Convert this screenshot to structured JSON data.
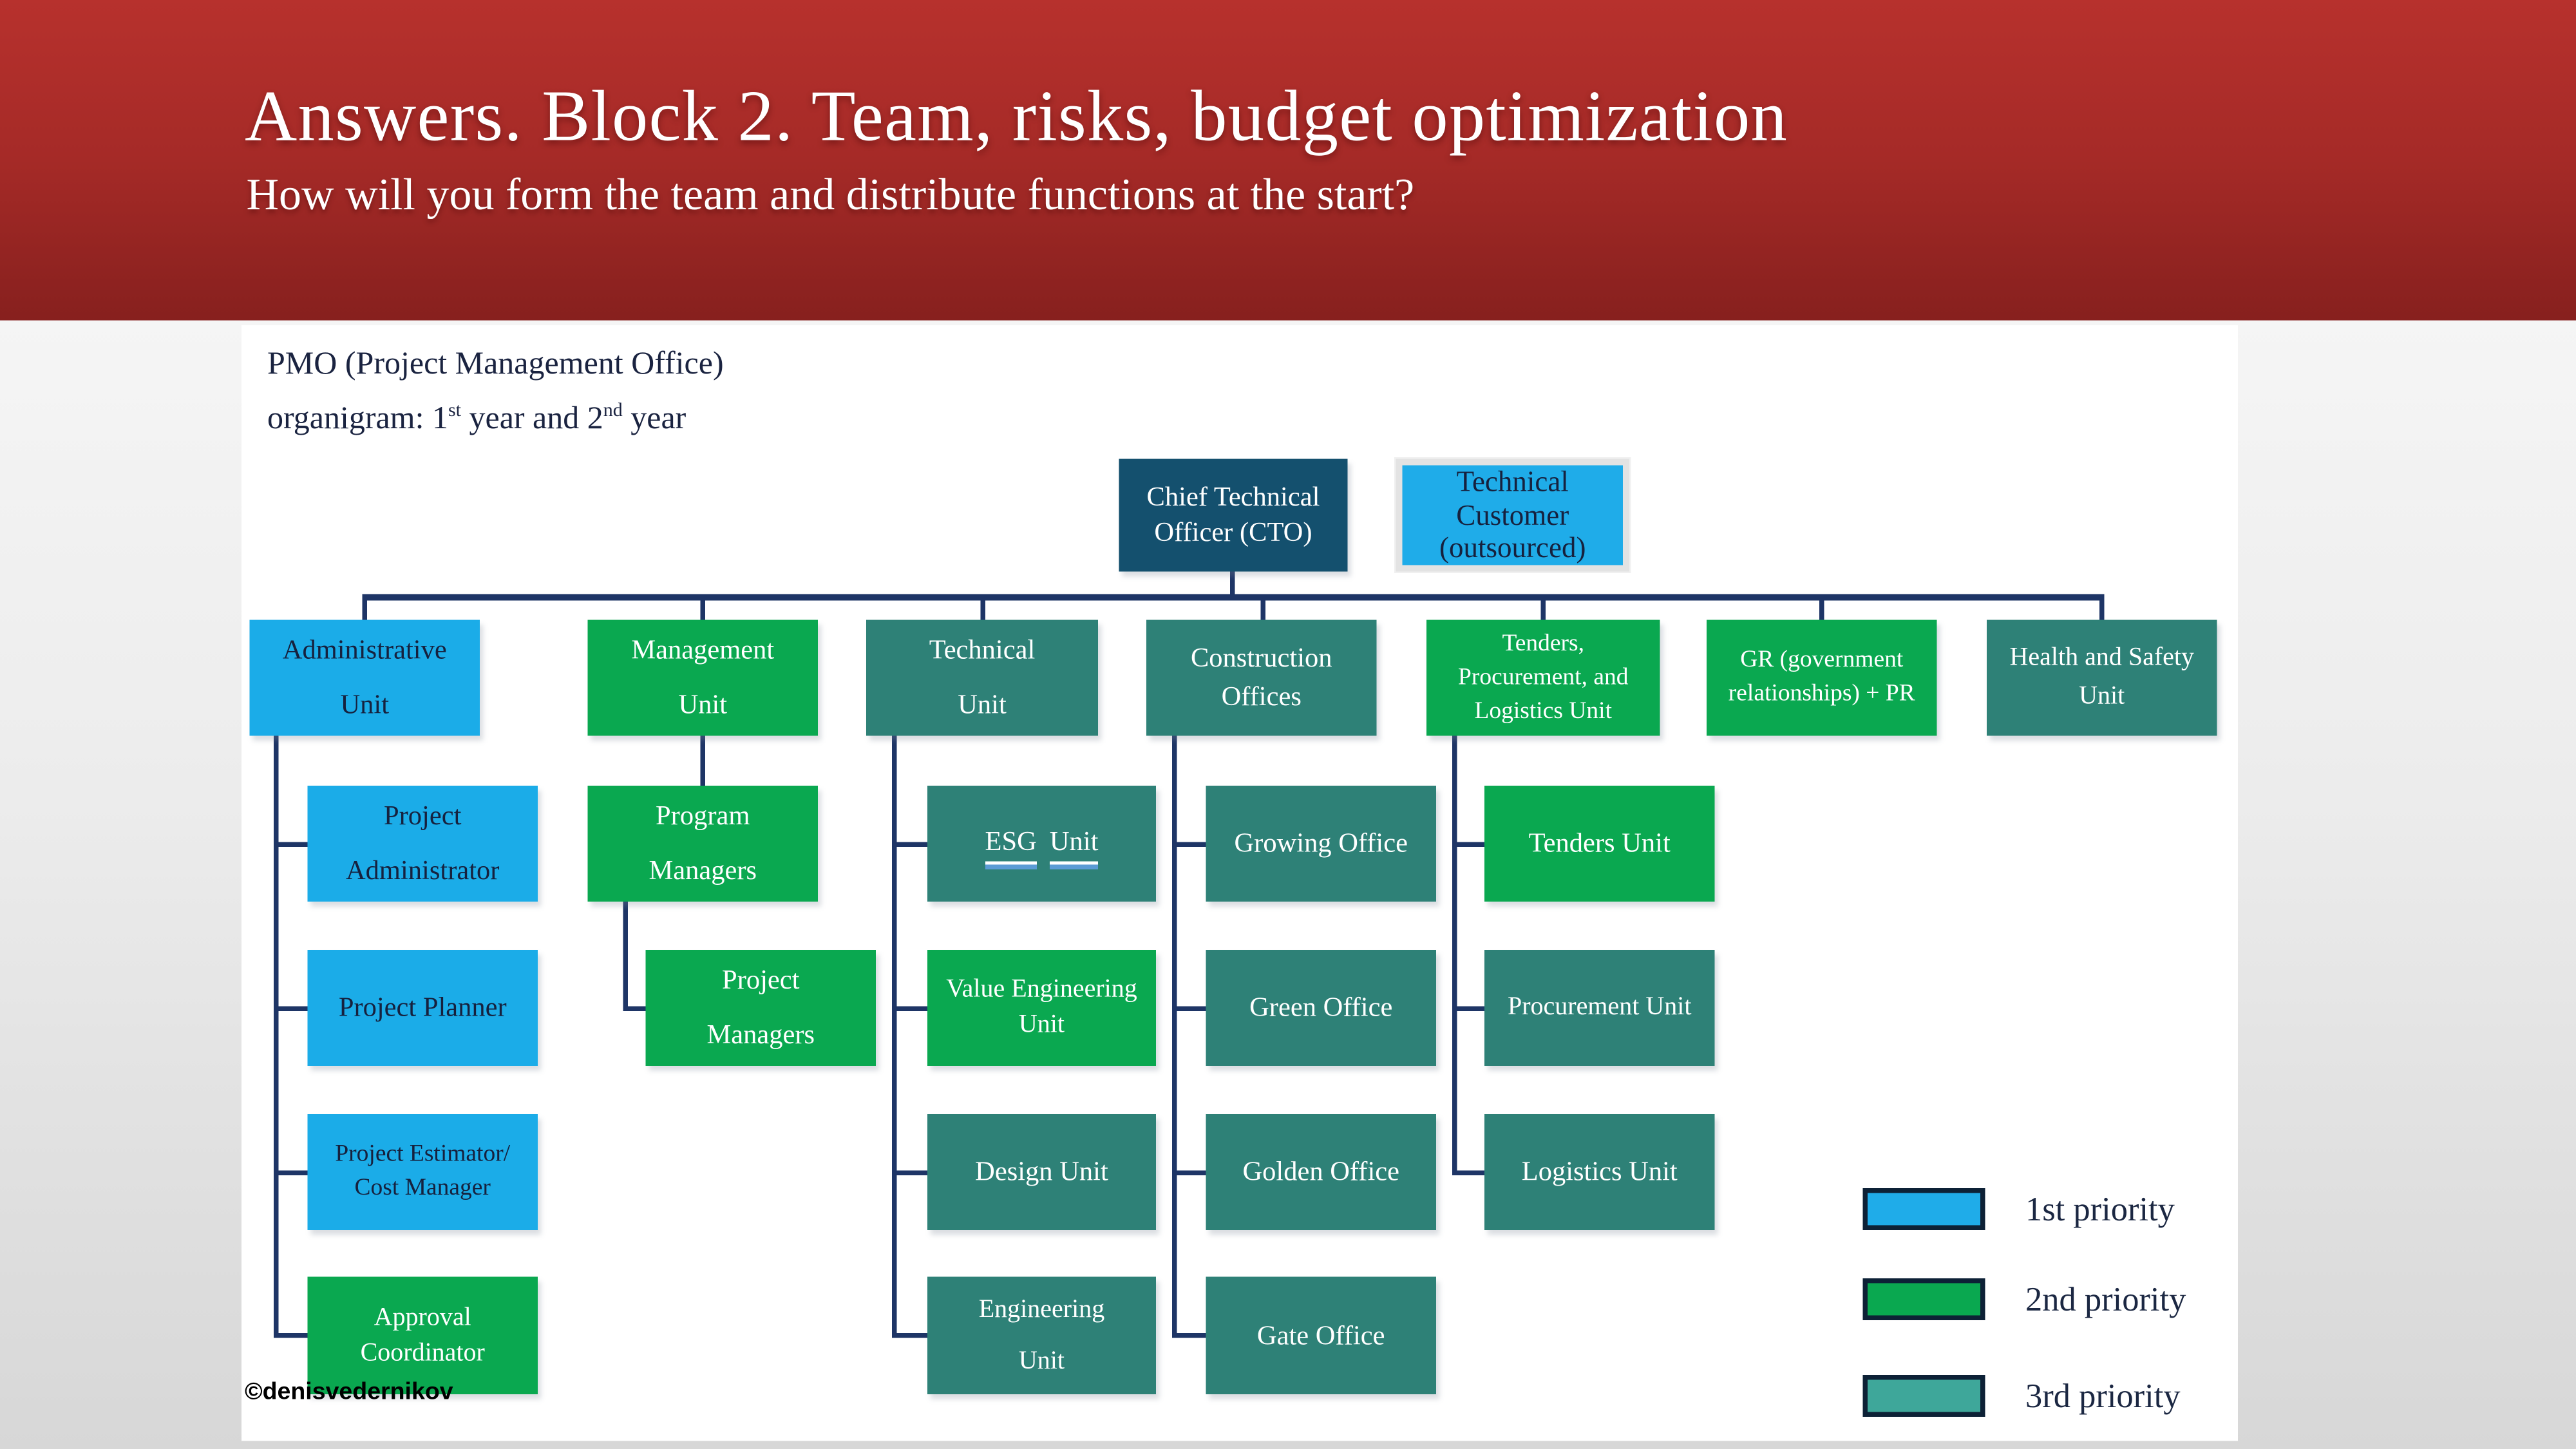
{
  "slide": {
    "title": "Answers. Block 2. Team, risks, budget optimization",
    "subtitle": "How will you form the team and distribute functions at the start?",
    "watermark": "©denisvedernikov"
  },
  "header_note": {
    "line1": "PMO (Project Management Office)",
    "line2_prefix": "organigram: 1",
    "line2_sup1": "st",
    "line2_mid": " year and 2",
    "line2_sup2": "nd",
    "line2_suffix": " year"
  },
  "palette": {
    "priority1_blue": "#1bace8",
    "priority2_green": "#0aa850",
    "priority3_teal": "#2e8177",
    "legend_teal": "#3ea79a",
    "cto_navy": "#14506e",
    "connector_navy": "#1e3566",
    "banner_red_top": "#b7312d",
    "banner_red_bottom": "#87201e"
  },
  "org": {
    "cto": {
      "label": "Chief Technical\nOfficer (CTO)"
    },
    "technical_customer": {
      "label": "Technical\nCustomer\n(outsourced)"
    },
    "administrative_unit": {
      "label": "Administrative\nUnit"
    },
    "management_unit": {
      "label": "Management\nUnit"
    },
    "technical_unit": {
      "label": "Technical\nUnit"
    },
    "construction_offices": {
      "label": "Construction\nOffices"
    },
    "tenders_procurement_logistics_unit": {
      "label": "Tenders,\nProcurement, and\nLogistics Unit"
    },
    "gr_pr": {
      "label": "GR (government\nrelationships) + PR"
    },
    "health_safety_unit": {
      "label": "Health and Safety\nUnit"
    },
    "project_administrator": {
      "label": "Project\nAdministrator"
    },
    "project_planner": {
      "label": "Project Planner"
    },
    "project_estimator_cost_manager": {
      "label": "Project Estimator/\nCost Manager"
    },
    "approval_coordinator": {
      "label": "Approval\nCoordinator"
    },
    "program_managers": {
      "label": "Program\nManagers"
    },
    "project_managers": {
      "label": "Project\nManagers"
    },
    "esg_unit": {
      "word1": "ESG",
      "word2": "Unit"
    },
    "value_engineering_unit": {
      "label": "Value Engineering\nUnit"
    },
    "design_unit": {
      "label": "Design Unit"
    },
    "engineering_unit": {
      "label": "Engineering\nUnit"
    },
    "growing_office": {
      "label": "Growing Office"
    },
    "green_office": {
      "label": "Green Office"
    },
    "golden_office": {
      "label": "Golden Office"
    },
    "gate_office": {
      "label": "Gate Office"
    },
    "tenders_unit": {
      "label": "Tenders Unit"
    },
    "procurement_unit": {
      "label": "Procurement Unit"
    },
    "logistics_unit": {
      "label": "Logistics Unit"
    }
  },
  "legend": {
    "first": "1st priority",
    "second": "2nd priority",
    "third": "3rd priority"
  }
}
